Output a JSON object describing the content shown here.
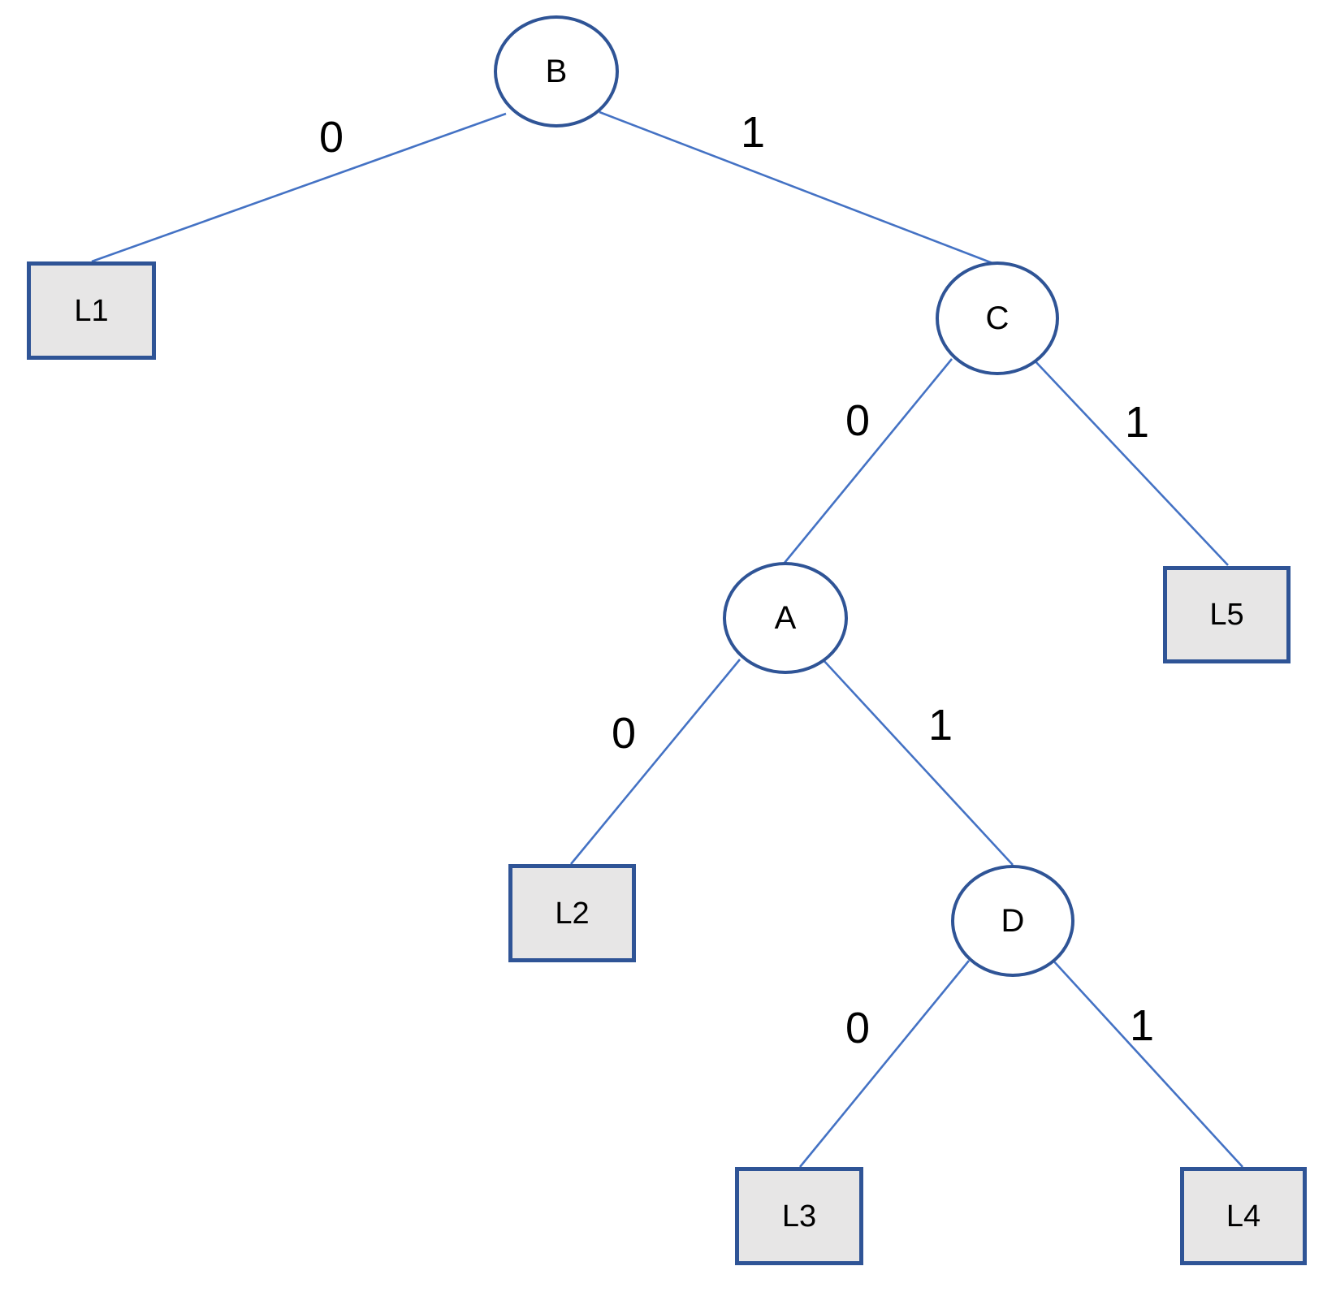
{
  "tree": {
    "colors": {
      "edge": "#4472c4",
      "node_border": "#2f5496",
      "node_fill": "#ffffff",
      "leaf_fill": "#e7e6e6",
      "text": "#000000"
    },
    "nodes": {
      "B": {
        "label": "B",
        "shape": "circle"
      },
      "C": {
        "label": "C",
        "shape": "circle"
      },
      "A": {
        "label": "A",
        "shape": "circle"
      },
      "D": {
        "label": "D",
        "shape": "circle"
      },
      "L1": {
        "label": "L1",
        "shape": "rect"
      },
      "L2": {
        "label": "L2",
        "shape": "rect"
      },
      "L3": {
        "label": "L3",
        "shape": "rect"
      },
      "L4": {
        "label": "L4",
        "shape": "rect"
      },
      "L5": {
        "label": "L5",
        "shape": "rect"
      }
    },
    "edges": [
      {
        "from": "B",
        "to": "L1",
        "bit": "0"
      },
      {
        "from": "B",
        "to": "C",
        "bit": "1"
      },
      {
        "from": "C",
        "to": "A",
        "bit": "0"
      },
      {
        "from": "C",
        "to": "L5",
        "bit": "1"
      },
      {
        "from": "A",
        "to": "L2",
        "bit": "0"
      },
      {
        "from": "A",
        "to": "D",
        "bit": "1"
      },
      {
        "from": "D",
        "to": "L3",
        "bit": "0"
      },
      {
        "from": "D",
        "to": "L4",
        "bit": "1"
      }
    ]
  }
}
